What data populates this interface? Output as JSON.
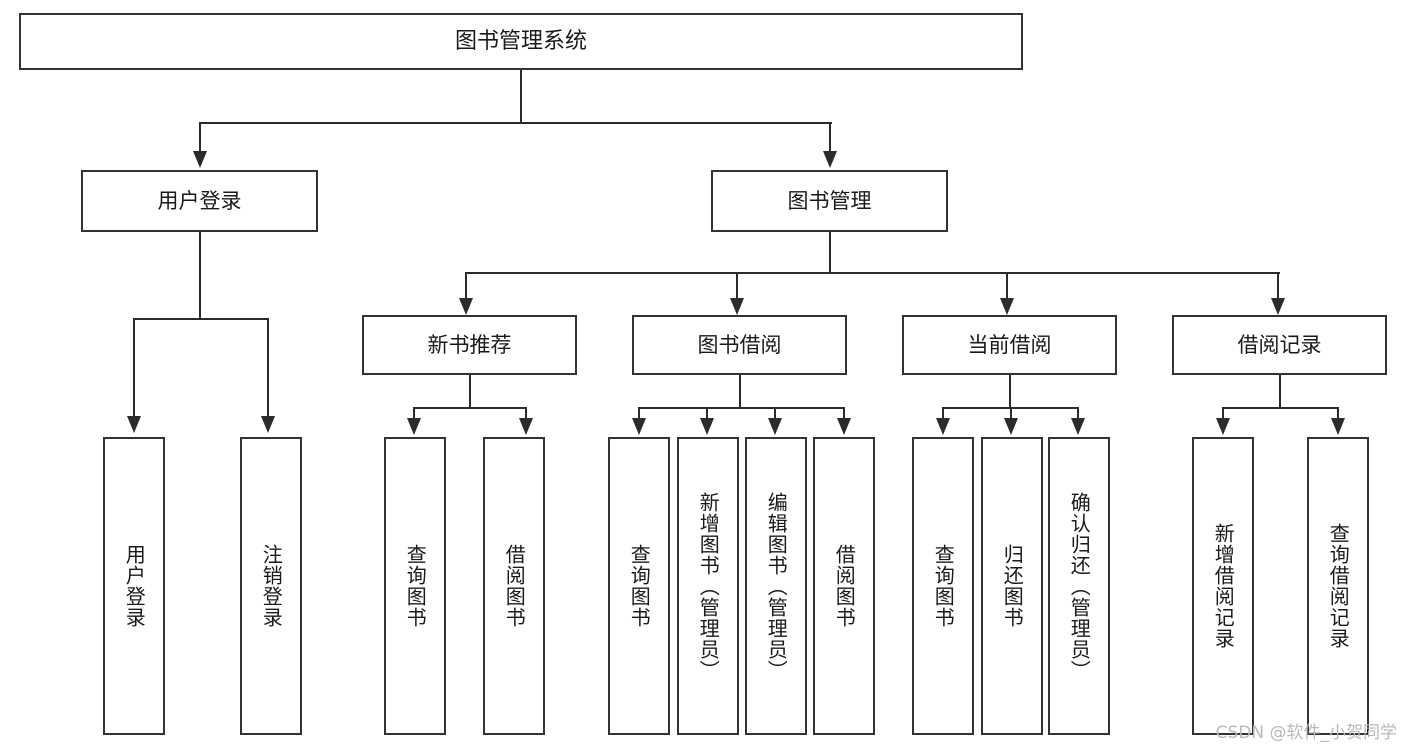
{
  "diagram": {
    "title": "图书管理系统",
    "type": "tree",
    "watermark": "CSDN @软件_小贺同学",
    "colors": {
      "box_border": "#333333",
      "box_fill": "#ffffff",
      "connector": "#2b2b2b",
      "text": "#1a1a1a",
      "watermark": "#b9b9b9",
      "background": "#ffffff"
    }
  },
  "root": {
    "label": "图书管理系统"
  },
  "level1": [
    {
      "label": "用户登录"
    },
    {
      "label": "图书管理"
    }
  ],
  "level2": [
    {
      "label": "新书推荐"
    },
    {
      "label": "图书借阅"
    },
    {
      "label": "当前借阅"
    },
    {
      "label": "借阅记录"
    }
  ],
  "leaves": {
    "user_login": [
      {
        "label": "用户登录"
      },
      {
        "label": "注销登录"
      }
    ],
    "new_book_recommend": [
      {
        "label": "查询图书"
      },
      {
        "label": "借阅图书"
      }
    ],
    "book_borrow": [
      {
        "label": "查询图书"
      },
      {
        "label": "新增图书（管理员）"
      },
      {
        "label": "编辑图书（管理员）"
      },
      {
        "label": "借阅图书"
      }
    ],
    "current_borrow": [
      {
        "label": "查询图书"
      },
      {
        "label": "归还图书"
      },
      {
        "label": "确认归还（管理员）"
      }
    ],
    "borrow_record": [
      {
        "label": "新增借阅记录"
      },
      {
        "label": "查询借阅记录"
      }
    ]
  }
}
